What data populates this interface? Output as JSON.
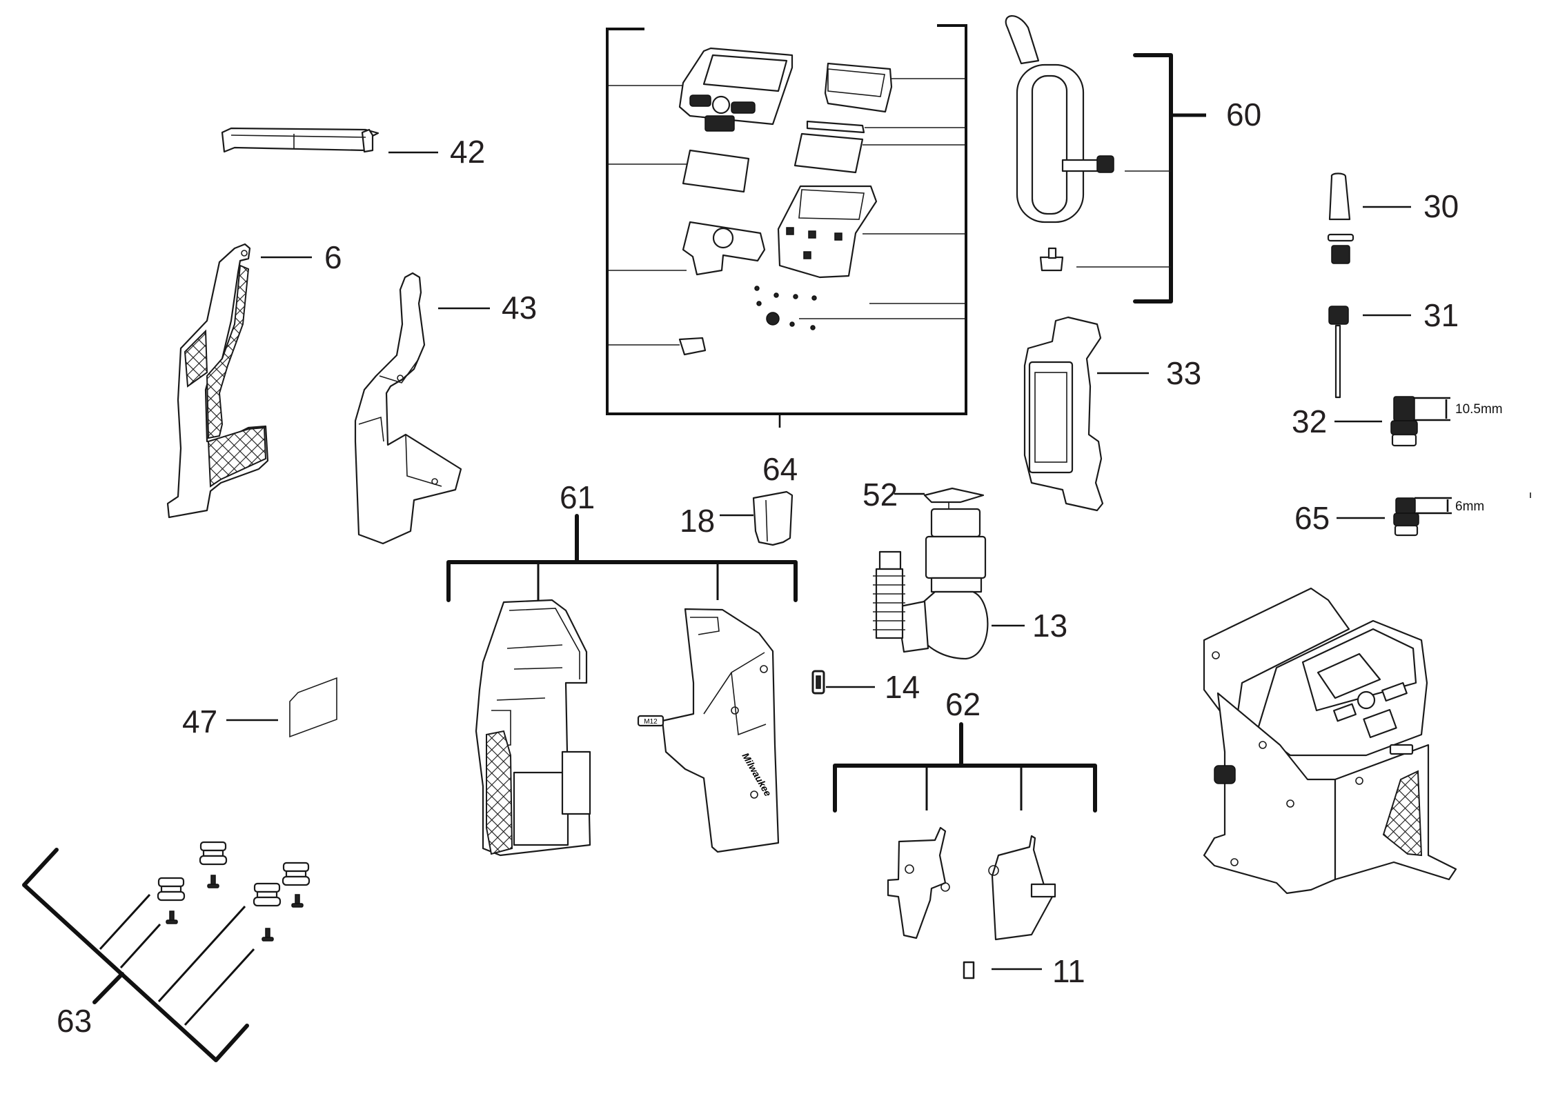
{
  "diagram": {
    "type": "exploded-parts-view",
    "subject": "cordless inflator / compressor",
    "part_labels": {
      "p6": "6",
      "p11": "11",
      "p13": "13",
      "p14": "14",
      "p18": "18",
      "p30": "30",
      "p31": "31",
      "p32": "32",
      "p33": "33",
      "p42": "42",
      "p43": "43",
      "p47": "47",
      "p52": "52",
      "p60": "60",
      "p61": "61",
      "p62": "62",
      "p63": "63",
      "p64": "64",
      "p65": "65"
    },
    "dimensions": {
      "p32_thread_length": "10.5mm",
      "p65_thread_length": "6mm"
    },
    "markings": {
      "housing_badge": "M12",
      "housing_brand": "Milwaukee"
    },
    "assemblies": [
      {
        "label": "64",
        "description": "display / control panel kit",
        "sub_parts": 10
      },
      {
        "label": "60",
        "description": "air hose with chuck",
        "sub_parts": 2
      },
      {
        "label": "61",
        "description": "main housing halves",
        "sub_parts": 2
      },
      {
        "label": "62",
        "description": "battery terminal housing halves",
        "sub_parts": 2
      },
      {
        "label": "63",
        "description": "rubber feet with screws",
        "sub_parts": 4
      }
    ]
  }
}
